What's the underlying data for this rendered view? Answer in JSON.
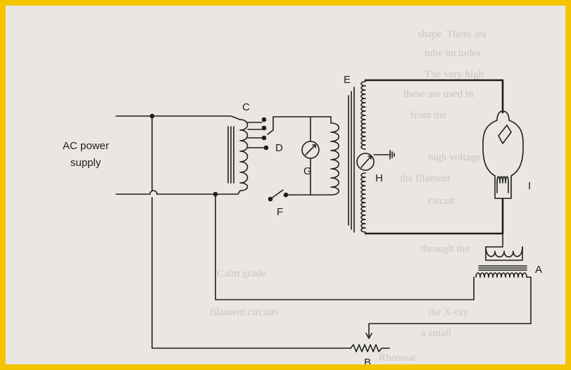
{
  "diagram": {
    "type": "x-ray circuit schematic",
    "labels": {
      "ac_power_supply_line1": "AC power",
      "ac_power_supply_line2": "supply",
      "A": "A",
      "B": "B",
      "C": "C",
      "D": "D",
      "E": "E",
      "F": "F",
      "G": "G",
      "H": "H",
      "I": "I"
    },
    "colors": {
      "frame_border": "#f5c400",
      "paper": "#eae7e2",
      "ink": "#1e1e1e",
      "bleed_through_text": "#c9c6c1"
    }
  }
}
